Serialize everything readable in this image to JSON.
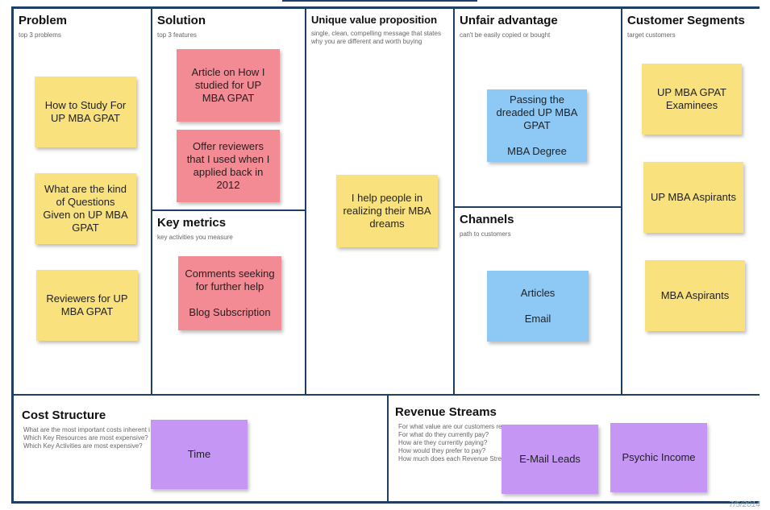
{
  "canvas": {
    "problem": {
      "title": "Problem",
      "subtitle": "top 3 problems",
      "notes": [
        "How to Study For UP MBA GPAT",
        "What are the kind of Questions Given on UP MBA GPAT",
        "Reviewers for UP MBA GPAT"
      ]
    },
    "solution": {
      "title": "Solution",
      "subtitle": "top 3 features",
      "notes": [
        "Article on How I studied for UP MBA GPAT",
        "Offer reviewers that I used when I applied back in 2012"
      ]
    },
    "key_metrics": {
      "title": "Key metrics",
      "subtitle": "key activities you measure",
      "notes": [
        "Comments seeking for further help\n\nBlog Subscription"
      ]
    },
    "uvp": {
      "title": "Unique value proposition",
      "subtitle": "single, clean, compelling message that states\nwhy you are different and worth buying",
      "notes": [
        "I help people in realizing their MBA dreams"
      ]
    },
    "unfair_advantage": {
      "title": "Unfair advantage",
      "subtitle": "can't be easily copied or bought",
      "notes": [
        "Passing the dreaded UP MBA GPAT\n\nMBA Degree"
      ]
    },
    "channels": {
      "title": "Channels",
      "subtitle": "path to customers",
      "notes": [
        "Articles\n\nEmail"
      ]
    },
    "customer_segments": {
      "title": "Customer Segments",
      "subtitle": "target customers",
      "notes": [
        "UP MBA GPAT Examinees",
        "UP MBA Aspirants",
        "MBA Aspirants"
      ]
    },
    "cost_structure": {
      "title": "Cost Structure",
      "subtitle": "What are the most important costs inherent i\nWhich Key Resources are most expensive?\nWhich Key Activities are most expensive?",
      "notes": [
        "Time"
      ]
    },
    "revenue_streams": {
      "title": "Revenue Streams",
      "subtitle": "For what value are our customers re\nFor what do they currently pay?\nHow are they currently paying?\nHow would they prefer to pay?\nHow much does each Revenue Strea",
      "notes": [
        "E-Mail Leads",
        "Psychic Income"
      ]
    }
  },
  "footer": "7/5/2014"
}
